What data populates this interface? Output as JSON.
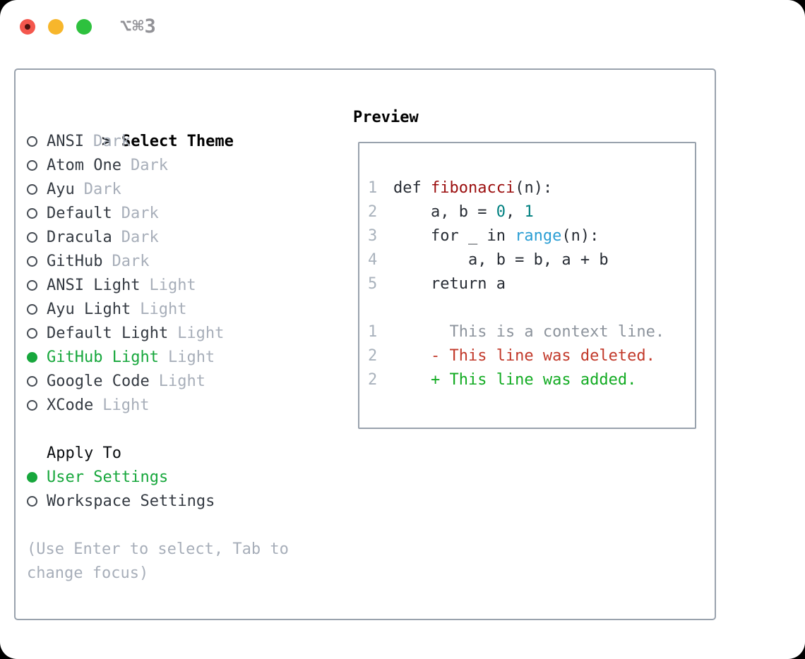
{
  "window": {
    "shortcut_label": "⌥⌘3",
    "traffic_lights": [
      "close",
      "minimize",
      "fullscreen"
    ]
  },
  "theme_picker": {
    "prompt": ">",
    "heading": "Select Theme",
    "items": [
      {
        "name": "ANSI",
        "tag": "Dark",
        "selected": false
      },
      {
        "name": "Atom One",
        "tag": "Dark",
        "selected": false
      },
      {
        "name": "Ayu",
        "tag": "Dark",
        "selected": false
      },
      {
        "name": "Default",
        "tag": "Dark",
        "selected": false
      },
      {
        "name": "Dracula",
        "tag": "Dark",
        "selected": false
      },
      {
        "name": "GitHub",
        "tag": "Dark",
        "selected": false
      },
      {
        "name": "ANSI Light",
        "tag": "Light",
        "selected": false
      },
      {
        "name": "Ayu Light",
        "tag": "Light",
        "selected": false
      },
      {
        "name": "Default Light",
        "tag": "Light",
        "selected": false
      },
      {
        "name": "GitHub Light",
        "tag": "Light",
        "selected": true
      },
      {
        "name": "Google Code",
        "tag": "Light",
        "selected": false
      },
      {
        "name": "XCode",
        "tag": "Light",
        "selected": false
      }
    ]
  },
  "apply_to": {
    "heading": "Apply To",
    "options": [
      {
        "label": "User Settings",
        "selected": true
      },
      {
        "label": "Workspace Settings",
        "selected": false
      }
    ]
  },
  "hint_text": "(Use Enter to select, Tab to change focus)",
  "preview": {
    "heading": "Preview",
    "lines": [
      {
        "num": "1",
        "segments": [
          {
            "text": "def ",
            "cls": "kw"
          },
          {
            "text": "fibonacci",
            "cls": "fn"
          },
          {
            "text": "(n):",
            "cls": "pl"
          }
        ]
      },
      {
        "num": "2",
        "segments": [
          {
            "text": "    a, b = ",
            "cls": "pl"
          },
          {
            "text": "0",
            "cls": "nu"
          },
          {
            "text": ", ",
            "cls": "pl"
          },
          {
            "text": "1",
            "cls": "nu"
          }
        ]
      },
      {
        "num": "3",
        "segments": [
          {
            "text": "    for _ in ",
            "cls": "pl"
          },
          {
            "text": "range",
            "cls": "bi"
          },
          {
            "text": "(n):",
            "cls": "pl"
          }
        ]
      },
      {
        "num": "4",
        "segments": [
          {
            "text": "        a, b = b, a + b",
            "cls": "pl"
          }
        ]
      },
      {
        "num": "5",
        "segments": [
          {
            "text": "    return a",
            "cls": "pl"
          }
        ]
      },
      {
        "num": "",
        "segments": []
      },
      {
        "num": "1",
        "segments": [
          {
            "text": "      This is a context line.",
            "cls": "ctx"
          }
        ]
      },
      {
        "num": "2",
        "segments": [
          {
            "text": "    - This line was deleted.",
            "cls": "del"
          }
        ]
      },
      {
        "num": "2",
        "segments": [
          {
            "text": "    + This line was added.",
            "cls": "add"
          }
        ]
      }
    ]
  },
  "colors": {
    "selection_green": "#17a73c",
    "added_green": "#12ab22",
    "deleted_red": "#c2392a",
    "function_red": "#9b0e0e",
    "number_teal": "#008080",
    "builtin_blue": "#2b9ed4",
    "code_text": "#272c34",
    "line_number_gray": "#a9b2bc",
    "context_gray": "#8d949d",
    "muted_tag_gray": "#a7aeb9",
    "name_dark": "#343a42",
    "border_gray": "#99a2ad",
    "traffic_red": "#f4574d",
    "traffic_yellow": "#f7b62b",
    "traffic_green": "#2ec13e"
  }
}
